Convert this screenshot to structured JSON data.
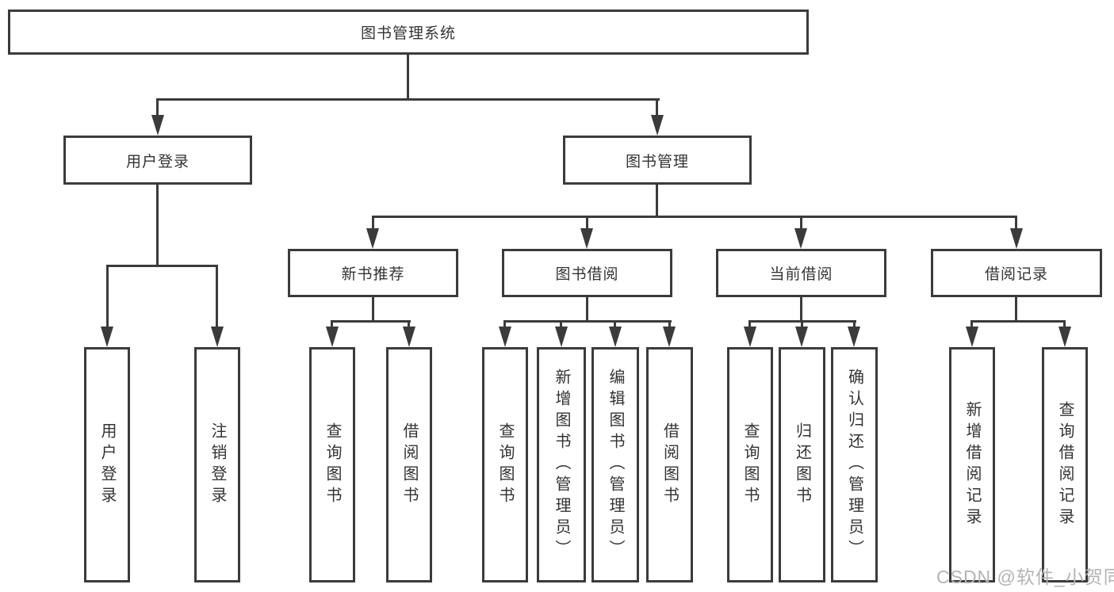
{
  "tree": {
    "label": "图书管理系统",
    "children": [
      {
        "label": "用户登录",
        "children": [
          {
            "label": "用户登录"
          },
          {
            "label": "注销登录"
          }
        ]
      },
      {
        "label": "图书管理",
        "children": [
          {
            "label": "新书推荐",
            "children": [
              {
                "label": "查询图书"
              },
              {
                "label": "借阅图书"
              }
            ]
          },
          {
            "label": "图书借阅",
            "children": [
              {
                "label": "查询图书"
              },
              {
                "label": "新增图书（管理员）"
              },
              {
                "label": "编辑图书（管理员）"
              },
              {
                "label": "借阅图书"
              }
            ]
          },
          {
            "label": "当前借阅",
            "children": [
              {
                "label": "查询图书"
              },
              {
                "label": "归还图书"
              },
              {
                "label": "确认归还（管理员）"
              }
            ]
          },
          {
            "label": "借阅记录",
            "children": [
              {
                "label": "新增借阅记录"
              },
              {
                "label": "查询借阅记录"
              }
            ]
          }
        ]
      }
    ]
  },
  "watermark": {
    "text": "CSDN @软件_小贺同学"
  },
  "colors": {
    "line": "#3b3b3b",
    "text": "#333333",
    "background": "#ffffff",
    "watermark": "#b3b3b3"
  }
}
